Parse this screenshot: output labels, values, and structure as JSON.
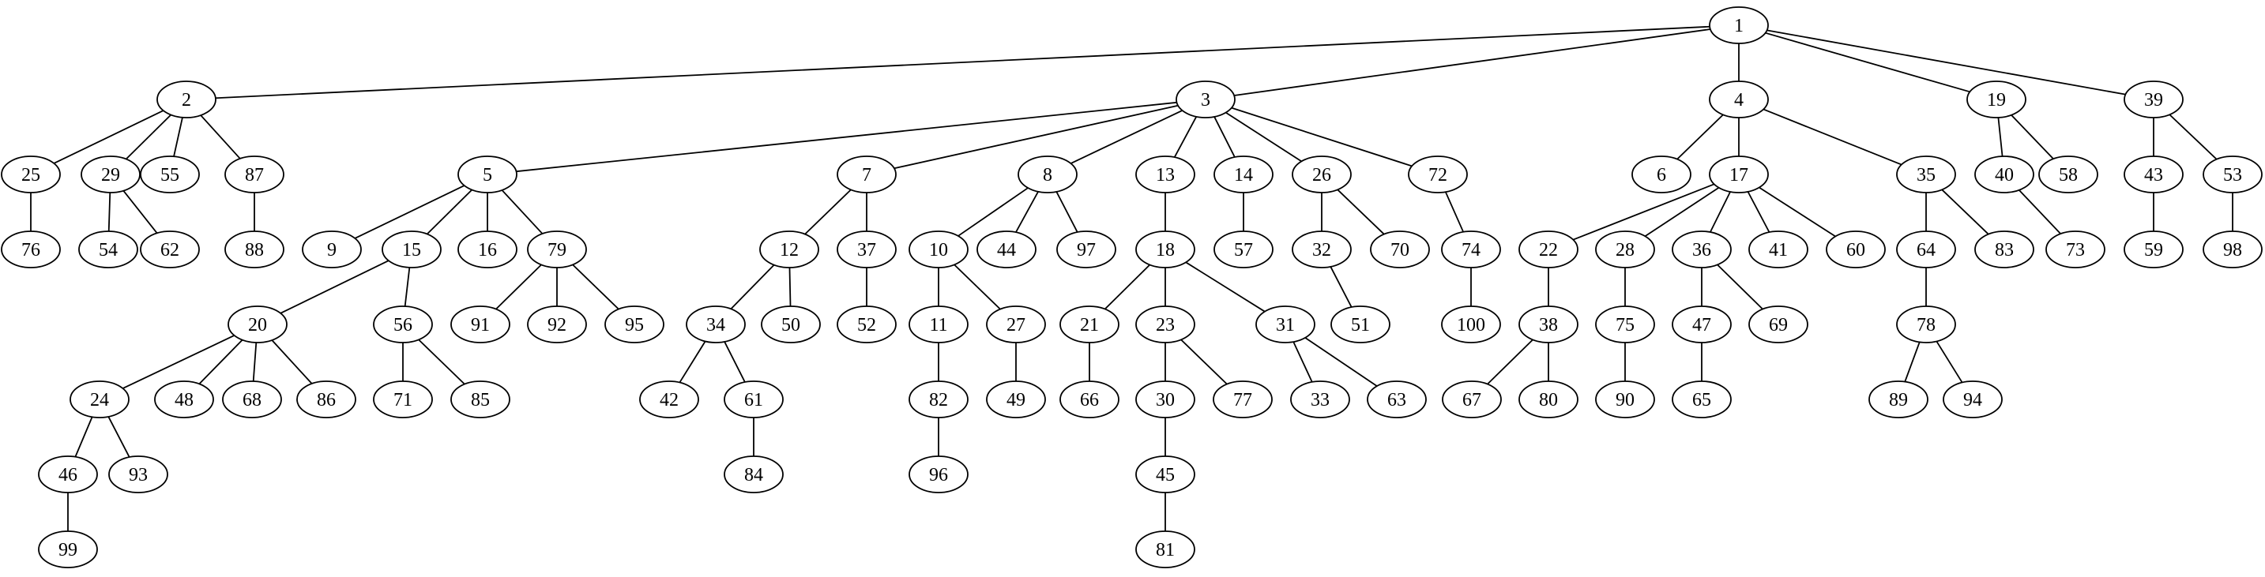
{
  "tree": {
    "1": [
      "2",
      "3",
      "4",
      "19",
      "39"
    ],
    "2": [
      "25",
      "29",
      "55",
      "87"
    ],
    "25": [
      "76"
    ],
    "29": [
      "54",
      "62"
    ],
    "87": [
      "88"
    ],
    "3": [
      "5",
      "7",
      "8",
      "13",
      "14",
      "26",
      "72"
    ],
    "5": [
      "9",
      "15",
      "16",
      "79"
    ],
    "15": [
      "20",
      "56"
    ],
    "20": [
      "24",
      "48",
      "68",
      "86"
    ],
    "24": [
      "46",
      "93"
    ],
    "46": [
      "99"
    ],
    "56": [
      "71",
      "85"
    ],
    "79": [
      "91",
      "92",
      "95"
    ],
    "7": [
      "12",
      "37"
    ],
    "12": [
      "34",
      "50"
    ],
    "34": [
      "42",
      "61"
    ],
    "61": [
      "84"
    ],
    "37": [
      "52"
    ],
    "8": [
      "10",
      "44",
      "97"
    ],
    "10": [
      "11",
      "27"
    ],
    "11": [
      "82"
    ],
    "82": [
      "96"
    ],
    "27": [
      "49"
    ],
    "13": [
      "18"
    ],
    "18": [
      "21",
      "23",
      "31"
    ],
    "21": [
      "66"
    ],
    "23": [
      "30",
      "77"
    ],
    "30": [
      "45"
    ],
    "45": [
      "81"
    ],
    "31": [
      "33",
      "63"
    ],
    "14": [
      "57"
    ],
    "26": [
      "32",
      "70"
    ],
    "32": [
      "51"
    ],
    "72": [
      "74"
    ],
    "74": [
      "100"
    ],
    "4": [
      "6",
      "17",
      "35"
    ],
    "17": [
      "22",
      "28",
      "36",
      "41",
      "60"
    ],
    "22": [
      "38"
    ],
    "38": [
      "67",
      "80"
    ],
    "28": [
      "75"
    ],
    "75": [
      "90"
    ],
    "36": [
      "47",
      "69"
    ],
    "47": [
      "65"
    ],
    "35": [
      "64",
      "83"
    ],
    "64": [
      "78"
    ],
    "78": [
      "89",
      "94"
    ],
    "19": [
      "40",
      "58"
    ],
    "40": [
      "73"
    ],
    "39": [
      "43",
      "53"
    ],
    "43": [
      "59"
    ],
    "53": [
      "98"
    ]
  },
  "colors": {
    "stroke": "#000000",
    "fill": "#ffffff",
    "text": "#000000"
  }
}
